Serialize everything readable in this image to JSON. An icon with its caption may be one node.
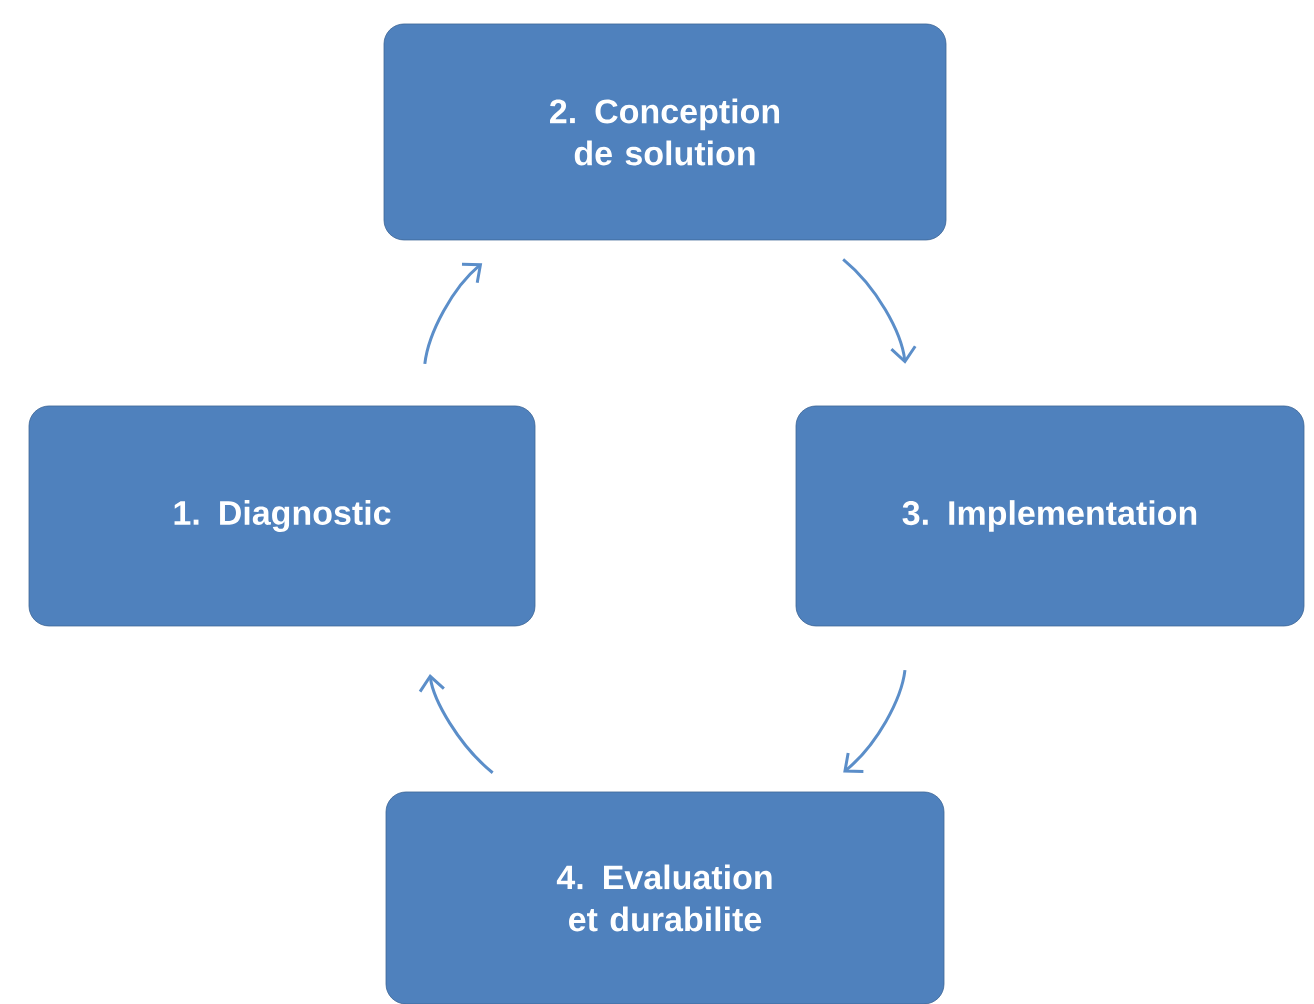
{
  "diagram": {
    "nodes": [
      {
        "text": [
          "2. Conception de solution"
        ]
      },
      {
        "text": [
          "1. Diagnostic"
        ]
      },
      {
        "text": [
          "3. Implementation"
        ]
      },
      {
        "text": [
          "4. Evaluation et durabilite"
        ]
      }
    ],
    "edges": [
      {
        "from": 1,
        "to": 0,
        "arrow": "to"
      },
      {
        "from": 0,
        "to": 2,
        "arrow": "to"
      },
      {
        "from": 2,
        "to": 3,
        "arrow": "to"
      },
      {
        "from": 3,
        "to": 1,
        "arrow": "to"
      }
    ]
  }
}
